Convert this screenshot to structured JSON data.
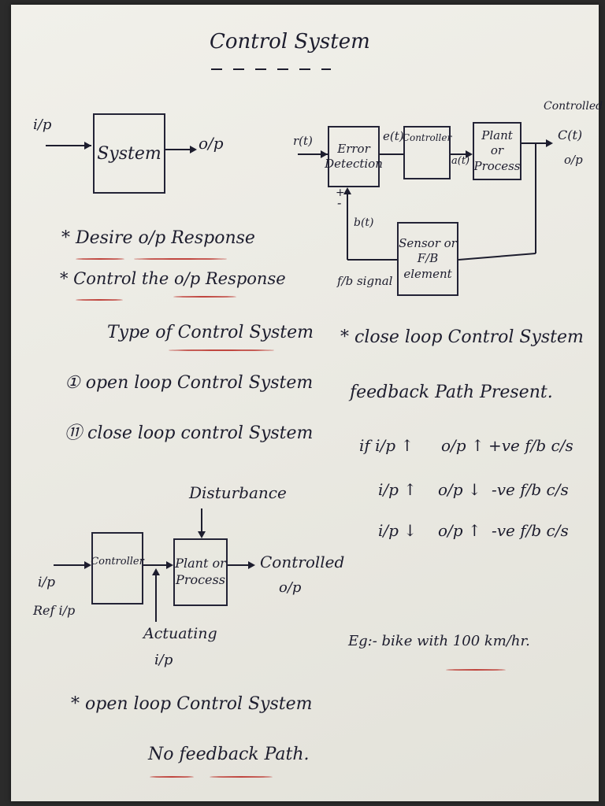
{
  "title": "Control System",
  "diagram1": {
    "input": "i/p",
    "block": "System",
    "output": "o/p"
  },
  "closed_loop": {
    "r": "r(t)",
    "error_block": "Error Detection",
    "e": "e(t)",
    "controller": "Controller",
    "a": "a(t)",
    "plant": "Plant or Process",
    "controlled_label": "Controlled",
    "c": "C(t)",
    "op": "o/p",
    "plus": "+",
    "minus": "-",
    "b": "b(t)",
    "sensor": "Sensor or F/B element",
    "fb_signal": "f/b signal"
  },
  "notes": {
    "desire": "* Desire o/p Response",
    "control": "* Control the o/p Response",
    "types_heading": "Type of Control System",
    "type1": "① open loop Control System",
    "type2": "⑪ close loop control System"
  },
  "closed_notes": {
    "heading": "* close loop Control System",
    "feedback": "feedback Path Present.",
    "rows": [
      {
        "cond": "if  i/p ↑",
        "out": "o/p ↑",
        "type": "+ve f/b c/s"
      },
      {
        "cond": "i/p ↑",
        "out": "o/p ↓",
        "type": "-ve f/b c/s"
      },
      {
        "cond": "i/p ↓",
        "out": "o/p ↑",
        "type": "-ve f/b c/s"
      }
    ],
    "example": "Eg:- bike with 100 km/hr."
  },
  "open_loop": {
    "disturbance": "Disturbance",
    "controller": "Controller",
    "plant": "Plant or Process",
    "controlled": "Controlled",
    "op": "o/p",
    "ip": "i/p",
    "ref_ip": "Ref i/p",
    "actuating": "Actuating",
    "actuating_ip": "i/p",
    "note": "* open loop Control System",
    "no_feedback": "No feedback Path."
  },
  "colors": {
    "ink": "#1d1d2e",
    "underline": "#c0463f",
    "paper": "#eeede6"
  }
}
